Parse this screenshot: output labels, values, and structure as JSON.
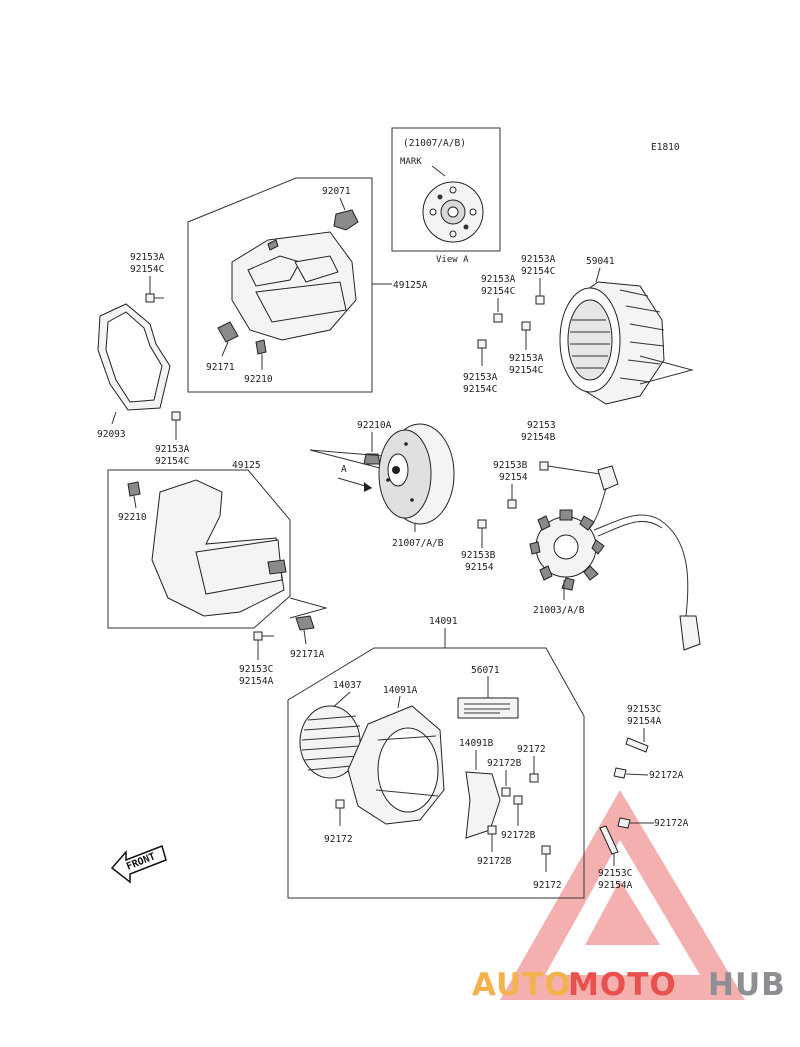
{
  "diagram_code": "E1810",
  "view_box": {
    "title": "(21007/A/B)",
    "mark_label": "MARK",
    "caption": "View A"
  },
  "view_pointer": "A",
  "front_label": "FRONT",
  "part_labels": {
    "p_92071": "92071",
    "p_49125A": "49125A",
    "p_92171": "92171",
    "p_92210_top": "92210",
    "p_92153A_a": "92153A",
    "p_92154C_a": "92154C",
    "p_92093": "92093",
    "p_92153A_b": "92153A",
    "p_92154C_b": "92154C",
    "p_92153A_c": "92153A",
    "p_92154C_c": "92154C",
    "p_92153A_d": "92153A",
    "p_92154C_d": "92154C",
    "p_92153A_e": "92153A",
    "p_92154C_e": "92154C",
    "p_92153A_f": "92153A",
    "p_92154C_f": "92154C",
    "p_59041": "59041",
    "p_92210A": "92210A",
    "p_21007AB": "21007/A/B",
    "p_92153": "92153",
    "p_92154B": "92154B",
    "p_92153B_a": "92153B",
    "p_92154_a": "92154",
    "p_92153B_b": "92153B",
    "p_92154_b": "92154",
    "p_21003AB": "21003/A/B",
    "p_49125": "49125",
    "p_92210_mid": "92210",
    "p_92153C_a": "92153C",
    "p_92154A_a": "92154A",
    "p_92171A": "92171A",
    "p_14091": "14091",
    "p_14037": "14037",
    "p_14091A": "14091A",
    "p_56071": "56071",
    "p_14091B": "14091B",
    "p_92172_a": "92172",
    "p_92172B_a": "92172B",
    "p_92172B_b": "92172B",
    "p_92172B_c": "92172B",
    "p_92172_b": "92172",
    "p_92172_c": "92172",
    "p_92153C_b": "92153C",
    "p_92154A_b": "92154A",
    "p_92172A_a": "92172A",
    "p_92172A_b": "92172A",
    "p_92153C_c": "92153C",
    "p_92154A_c": "92154A"
  },
  "watermark": {
    "auto": "AUTO",
    "moto": "MOTO",
    "hub": "HUB",
    "colors": {
      "auto": "#f3b24c",
      "moto": "#e8514d",
      "hub": "#8d8f94"
    }
  }
}
